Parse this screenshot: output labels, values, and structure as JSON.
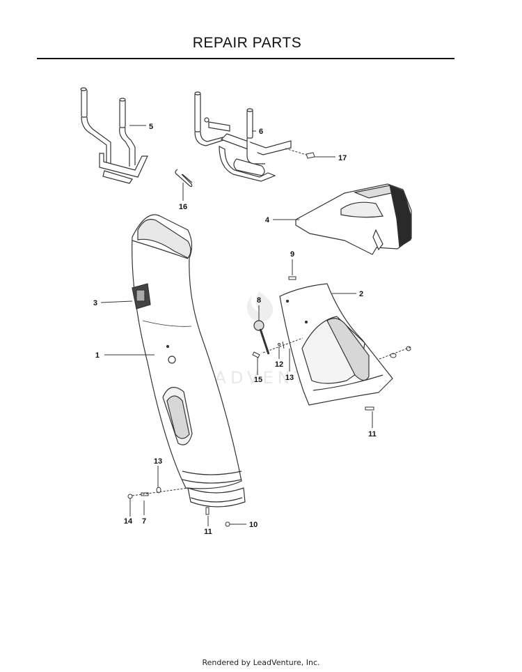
{
  "header": {
    "title": "REPAIR PARTS"
  },
  "callouts": [
    {
      "id": "c1",
      "label": "1"
    },
    {
      "id": "c2",
      "label": "2"
    },
    {
      "id": "c3",
      "label": "3"
    },
    {
      "id": "c4",
      "label": "4"
    },
    {
      "id": "c5",
      "label": "5"
    },
    {
      "id": "c6",
      "label": "6"
    },
    {
      "id": "c7",
      "label": "7"
    },
    {
      "id": "c8",
      "label": "8"
    },
    {
      "id": "c9",
      "label": "9"
    },
    {
      "id": "c10",
      "label": "10"
    },
    {
      "id": "c11a",
      "label": "11"
    },
    {
      "id": "c11b",
      "label": "11"
    },
    {
      "id": "c12",
      "label": "12"
    },
    {
      "id": "c13a",
      "label": "13"
    },
    {
      "id": "c13b",
      "label": "13"
    },
    {
      "id": "c14",
      "label": "14"
    },
    {
      "id": "c15",
      "label": "15"
    },
    {
      "id": "c16",
      "label": "16"
    },
    {
      "id": "c17",
      "label": "17"
    }
  ],
  "watermark": {
    "text": "LEADVENTURE"
  },
  "footer": {
    "text": "Rendered by LeadVenture, Inc."
  }
}
